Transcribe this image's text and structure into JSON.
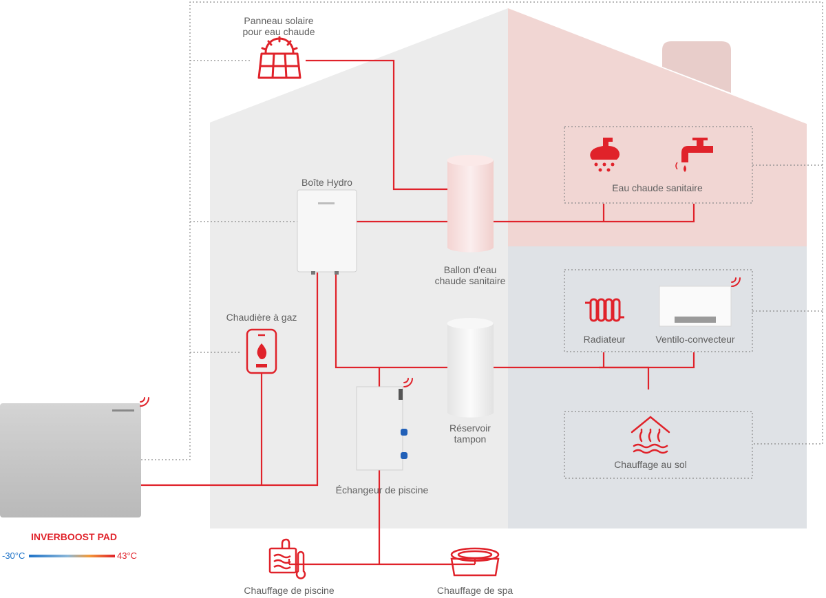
{
  "labels": {
    "solar": [
      "Panneau solaire",
      "pour eau chaude"
    ],
    "hydro_box": "Boîte Hydro",
    "dhw_tank": [
      "Ballon d'eau",
      "chaude sanitaire"
    ],
    "dhw": "Eau chaude sanitaire",
    "radiator": "Radiateur",
    "fan_coil": "Ventilo-convecteur",
    "buffer_tank": [
      "Réservoir",
      "tampon"
    ],
    "floor_heating": "Chauffage au sol",
    "gas_boiler": "Chaudière à gaz",
    "pool_exchanger": "Échangeur de piscine",
    "pool_heating": "Chauffage de piscine",
    "spa_heating": "Chauffage de spa"
  },
  "heat_pump": {
    "name": "INVERBOOST PAD",
    "temp_min": "-30°C",
    "temp_max": "43°C"
  },
  "colors": {
    "accent": "#e0222a",
    "text": "#5f5f5f",
    "cold": "#1e73c8",
    "wall": "#ececec",
    "upper_right": "#f1d6d3",
    "lower_right": "#dfe2e6",
    "dotted": "#8a8a8a"
  },
  "icons": [
    "solar-panel-icon",
    "shower-icon",
    "faucet-icon",
    "radiator-icon",
    "floor-heating-icon",
    "gas-boiler-icon",
    "pool-icon",
    "spa-icon",
    "wifi-icon"
  ]
}
